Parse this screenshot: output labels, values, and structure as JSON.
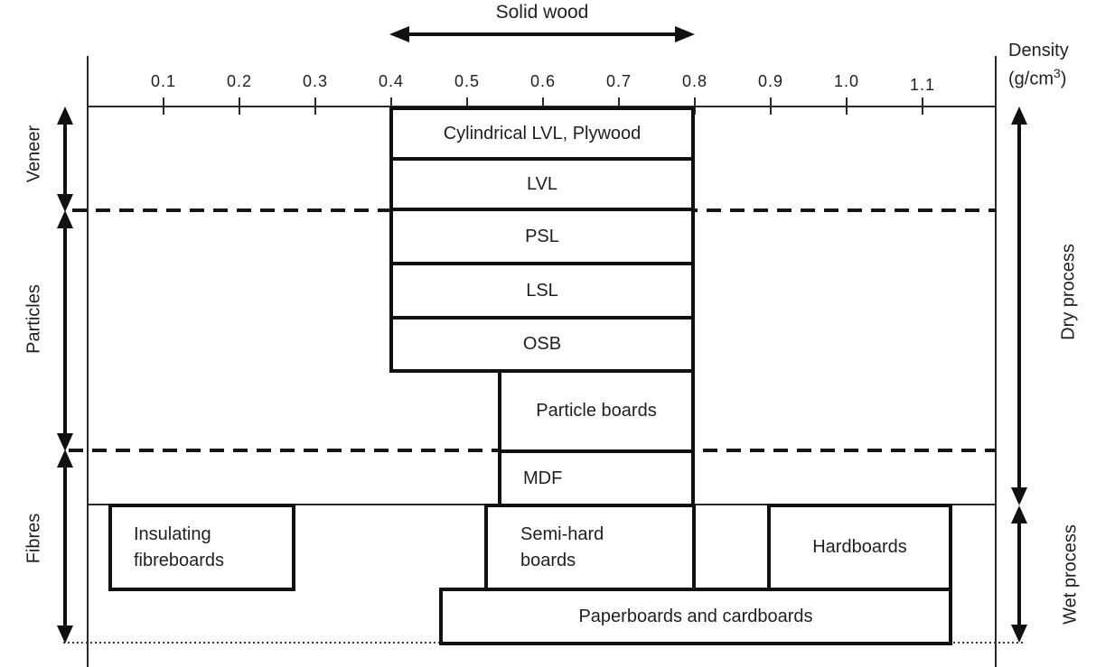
{
  "figure": {
    "top_span_label": "Solid wood",
    "axis": {
      "title": "Density",
      "unit_open": "(g/cm",
      "unit_sup": "3",
      "unit_close": ")",
      "ticks": [
        "0.1",
        "0.2",
        "0.3",
        "0.4",
        "0.5",
        "0.6",
        "0.7",
        "0.8",
        "0.9",
        "1.0",
        "1.1"
      ]
    },
    "left_groups": [
      "Veneer",
      "Particles",
      "Fibres"
    ],
    "right_groups": [
      "Dry process",
      "Wet process"
    ]
  },
  "chart_data": {
    "type": "bar",
    "orientation": "horizontal-range",
    "title": "Solid wood",
    "xlabel": "Density (g/cm3)",
    "xlim": [
      0,
      1.2
    ],
    "x_ticks": [
      0.1,
      0.2,
      0.3,
      0.4,
      0.5,
      0.6,
      0.7,
      0.8,
      0.9,
      1.0,
      1.1
    ],
    "solid_wood_range": [
      0.4,
      0.8
    ],
    "row_groups_left": [
      "Veneer",
      "Particles",
      "Fibres"
    ],
    "process_groups_right": [
      "Dry process",
      "Wet process"
    ],
    "items": [
      {
        "label": "Cylindrical LVL, Plywood",
        "group": "Veneer",
        "process": "Dry process",
        "range": [
          0.4,
          0.8
        ]
      },
      {
        "label": "LVL",
        "group": "Veneer",
        "process": "Dry process",
        "range": [
          0.4,
          0.8
        ]
      },
      {
        "label": "PSL",
        "group": "Particles",
        "process": "Dry process",
        "range": [
          0.4,
          0.8
        ]
      },
      {
        "label": "LSL",
        "group": "Particles",
        "process": "Dry process",
        "range": [
          0.4,
          0.8
        ]
      },
      {
        "label": "OSB",
        "group": "Particles",
        "process": "Dry process",
        "range": [
          0.4,
          0.8
        ]
      },
      {
        "label": "Particle boards",
        "group": "Particles",
        "process": "Dry process",
        "range": [
          0.55,
          0.8
        ]
      },
      {
        "label": "MDF",
        "group": "Fibres",
        "process": "Dry process",
        "range": [
          0.55,
          0.8
        ]
      },
      {
        "label": "Insulating fibreboards",
        "group": "Fibres",
        "process": "Wet process",
        "range": [
          0.03,
          0.27
        ]
      },
      {
        "label": "Semi-hard boards",
        "group": "Fibres",
        "process": "Wet process",
        "range": [
          0.53,
          0.8
        ]
      },
      {
        "label": "Hardboards",
        "group": "Fibres",
        "process": "Wet process",
        "range": [
          0.9,
          1.14
        ]
      },
      {
        "label": "Paperboards and cardboards",
        "group": "Fibres",
        "process": "Wet process",
        "range": [
          0.46,
          1.14
        ]
      }
    ]
  }
}
